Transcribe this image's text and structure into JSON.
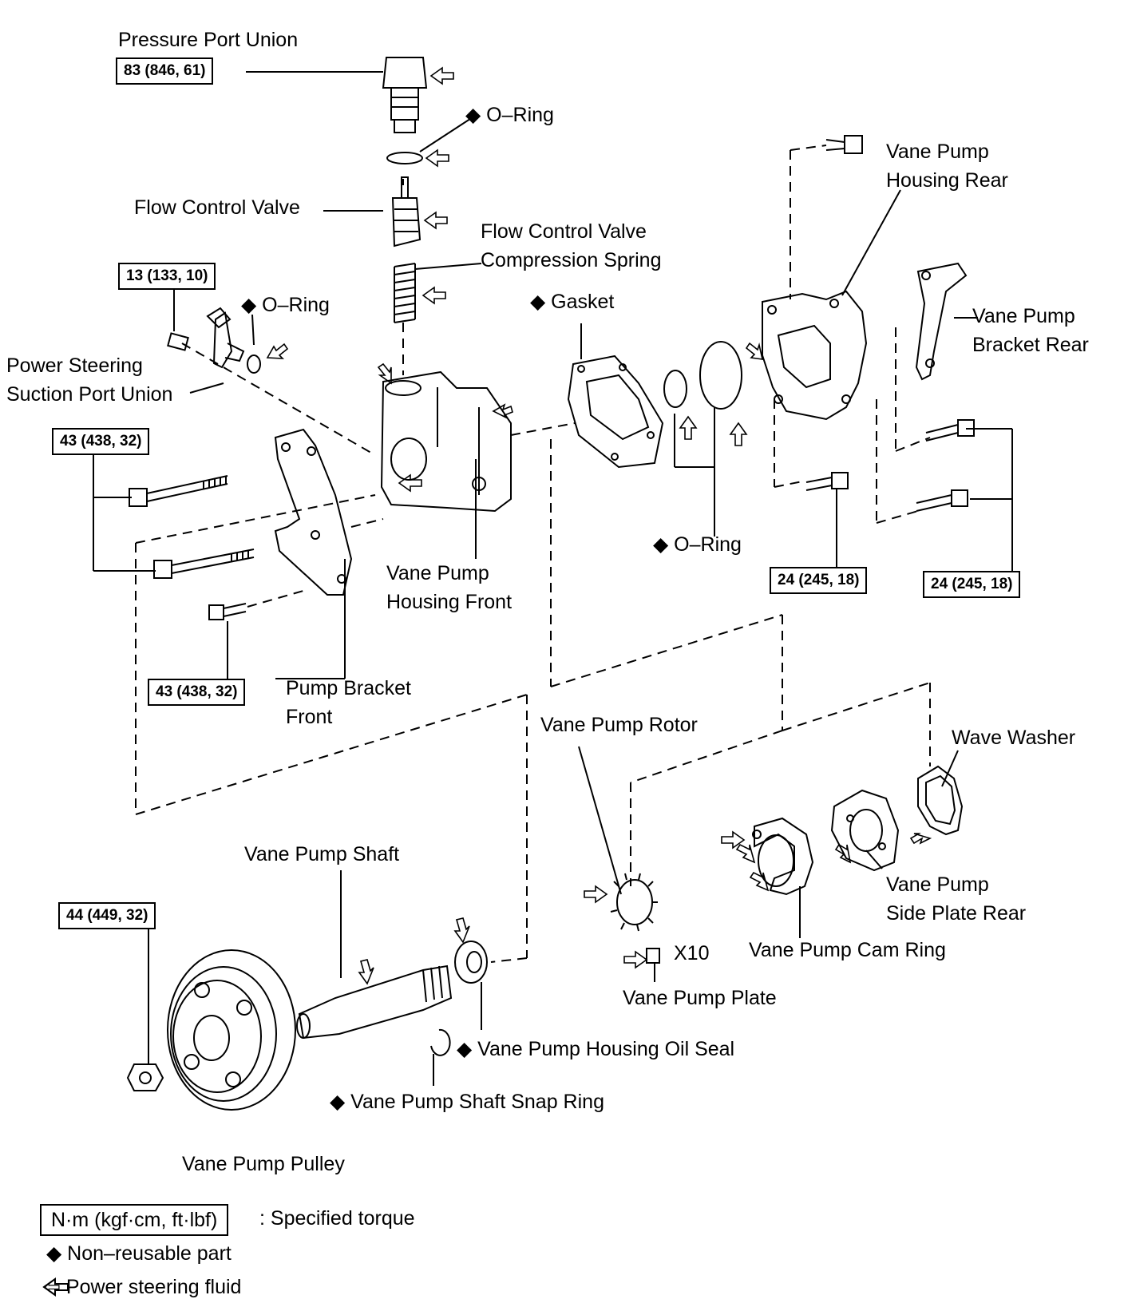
{
  "labels": {
    "pressure_port_union": "Pressure Port Union",
    "o_ring_top": "◆ O–Ring",
    "flow_control_valve": "Flow Control Valve",
    "fcv_spring_1": "Flow  Control  Valve",
    "fcv_spring_2": "Compression Spring",
    "o_ring_suction": "◆ O–Ring",
    "ps_suction_1": "Power Steering",
    "ps_suction_2": "Suction Port Union",
    "gasket": "◆ Gasket",
    "housing_rear_1": "Vane Pump",
    "housing_rear_2": "Housing Rear",
    "bracket_rear_1": "Vane Pump",
    "bracket_rear_2": "Bracket Rear",
    "o_ring_rear": "◆ O–Ring",
    "housing_front_1": "Vane Pump",
    "housing_front_2": "Housing Front",
    "pump_bracket_front_1": "Pump Bracket",
    "pump_bracket_front_2": "Front",
    "rotor": "Vane Pump Rotor",
    "wave_washer": "Wave Washer",
    "side_plate_rear_1": "Vane Pump",
    "side_plate_rear_2": "Side Plate Rear",
    "cam_ring": "Vane Pump Cam Ring",
    "x10": "X10",
    "plate": "Vane Pump Plate",
    "shaft": "Vane Pump Shaft",
    "oil_seal": "◆ Vane Pump Housing Oil Seal",
    "snap_ring": "◆ Vane Pump Shaft Snap Ring",
    "pulley": "Vane Pump Pulley"
  },
  "torques": {
    "pressure_port": "83 (846, 61)",
    "suction_union": "13 (133, 10)",
    "bolt_upper_left": "43 (438, 32)",
    "bolt_lower": "43 (438, 32)",
    "rear_mid": "24 (245, 18)",
    "rear_right": "24 (245, 18)",
    "pulley_nut": "44 (449, 32)"
  },
  "legend": {
    "torque_unit": "N·m (kgf·cm, ft·lbf)",
    "torque_desc": ": Specified torque",
    "non_reusable": "◆ Non–reusable part",
    "fluid": "⇦ Power steering fluid"
  }
}
